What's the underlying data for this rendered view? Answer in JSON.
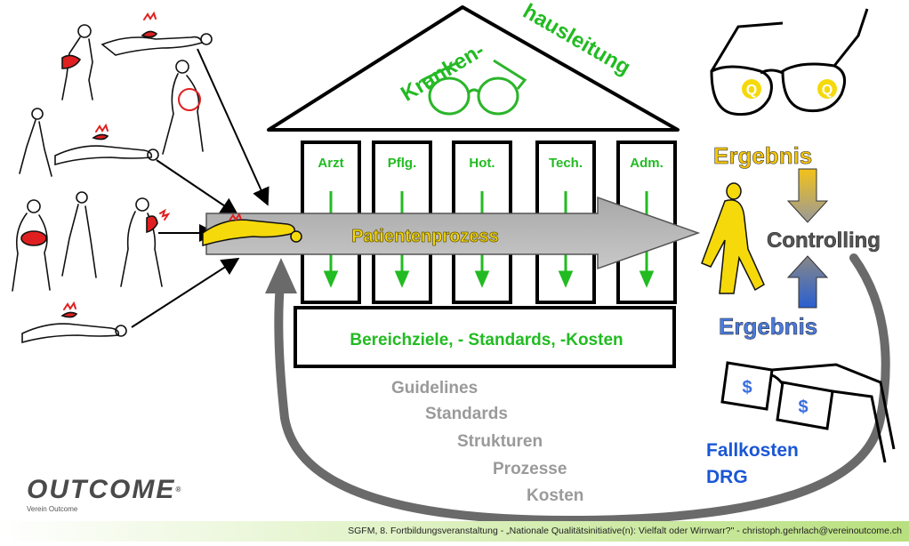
{
  "roof": {
    "title_line1": "Kranken-",
    "title_line2": "hausleitung"
  },
  "pillars": [
    {
      "label": "Arzt"
    },
    {
      "label": "Pflg."
    },
    {
      "label": "Hot."
    },
    {
      "label": "Tech."
    },
    {
      "label": "Adm."
    }
  ],
  "process_arrow": {
    "label": "Patientenprozess"
  },
  "base": {
    "label": "Bereichziele, - Standards, -Kosten"
  },
  "steps": [
    "Guidelines",
    "Standards",
    "Strukturen",
    "Prozesse",
    "Kosten"
  ],
  "right_panel": {
    "glasses_lens_left": "Q",
    "glasses_lens_right": "Q",
    "result_top": "Ergebnis",
    "controlling": "Controlling",
    "result_bottom": "Ergebnis",
    "money_lens_left": "$",
    "money_lens_right": "$",
    "fallkosten": "Fallkosten",
    "drg": "DRG"
  },
  "logo": {
    "name": "OUTCOME",
    "reg": "®",
    "subtitle": "Verein Outcome"
  },
  "footer": {
    "text": "SGFM, 8. Fortbildungsveranstaltung - „Nationale Qualitätsinitiative(n): Vielfalt oder Wirrwarr?\" - christoph.gehrlach@vereinoutcome.ch"
  },
  "colors": {
    "green": "#22bb22",
    "yellow": "#f5d90a",
    "blue": "#1a56d6",
    "gray_text": "#9a9a9a",
    "arrow_gray": "#8c8c8c"
  }
}
